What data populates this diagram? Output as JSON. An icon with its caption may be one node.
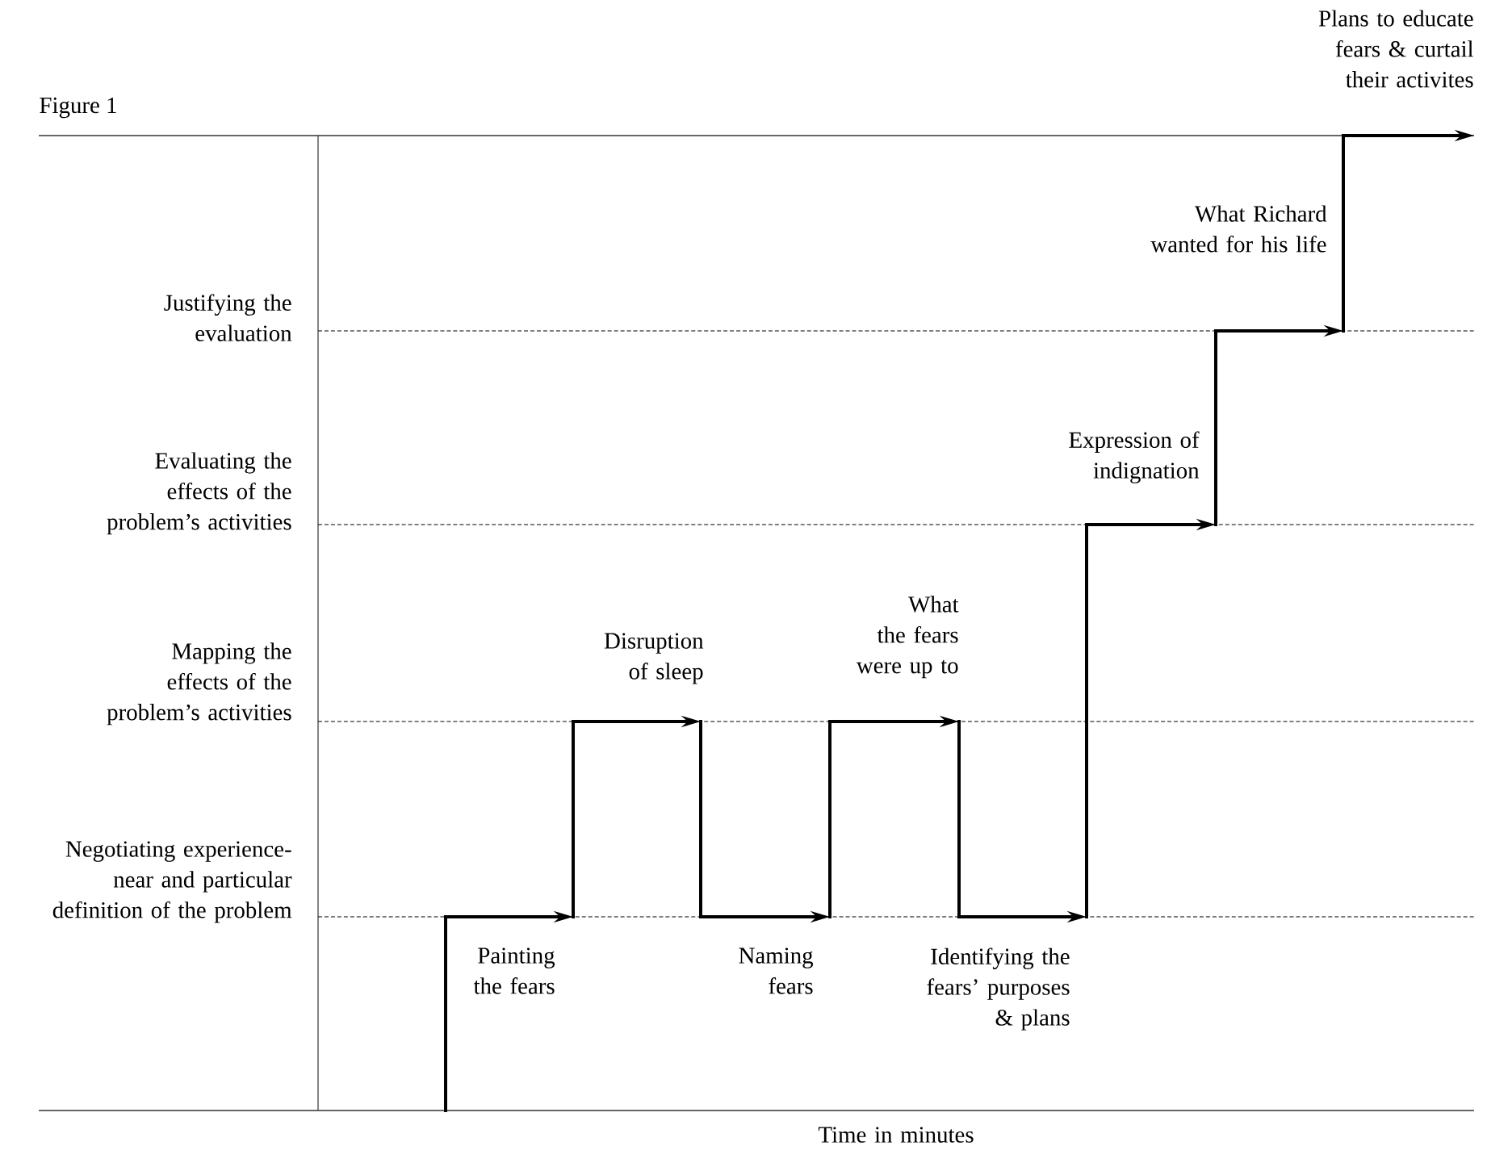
{
  "diagram": {
    "title": "Figure 1",
    "labels": [
      "Plans to educate fears & curtail their activites",
      "What Richard wanted for his life",
      "Justifying the evaluation",
      "Expression of indignation",
      "Evaluating the effects of the problem’s activities",
      "What the fears were up to",
      "Disruption of sleep",
      "Mapping the effects of the problem’s activities",
      "Negotiating experience-near and particular definition of the problem",
      "Painting the fears",
      "Naming fears",
      "Identifying the fears’ purposes & plans",
      "Time in minutes"
    ]
  }
}
